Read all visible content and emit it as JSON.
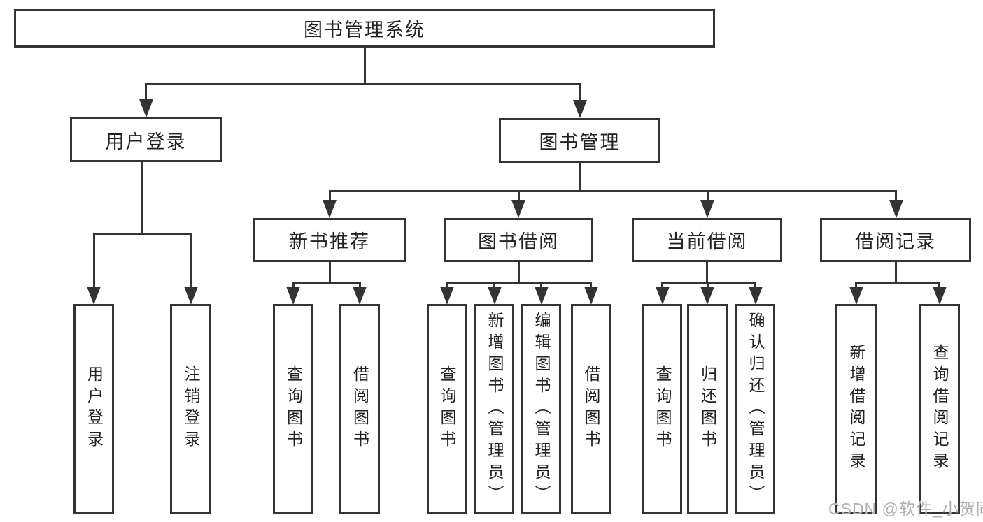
{
  "diagram": {
    "colors": {
      "line": "#333333",
      "text": "#222222",
      "background": "#ffffff",
      "watermark_text": "#b0b0b0"
    },
    "watermark": {
      "text": "CSDN @软件_小贺同学"
    }
  },
  "tree": {
    "label": "图书管理系统",
    "children": [
      {
        "label": "用户登录",
        "children": [
          {
            "label": "用户登录"
          },
          {
            "label": "注销登录"
          }
        ]
      },
      {
        "label": "图书管理",
        "children": [
          {
            "label": "新书推荐",
            "children": [
              {
                "label": "查询图书"
              },
              {
                "label": "借阅图书"
              }
            ]
          },
          {
            "label": "图书借阅",
            "children": [
              {
                "label": "查询图书"
              },
              {
                "label": "新增图书（管理员）"
              },
              {
                "label": "编辑图书（管理员）"
              },
              {
                "label": "借阅图书"
              }
            ]
          },
          {
            "label": "当前借阅",
            "children": [
              {
                "label": "查询图书"
              },
              {
                "label": "归还图书"
              },
              {
                "label": "确认归还（管理员）"
              }
            ]
          },
          {
            "label": "借阅记录",
            "children": [
              {
                "label": "新增借阅记录"
              },
              {
                "label": "查询借阅记录"
              }
            ]
          }
        ]
      }
    ]
  }
}
